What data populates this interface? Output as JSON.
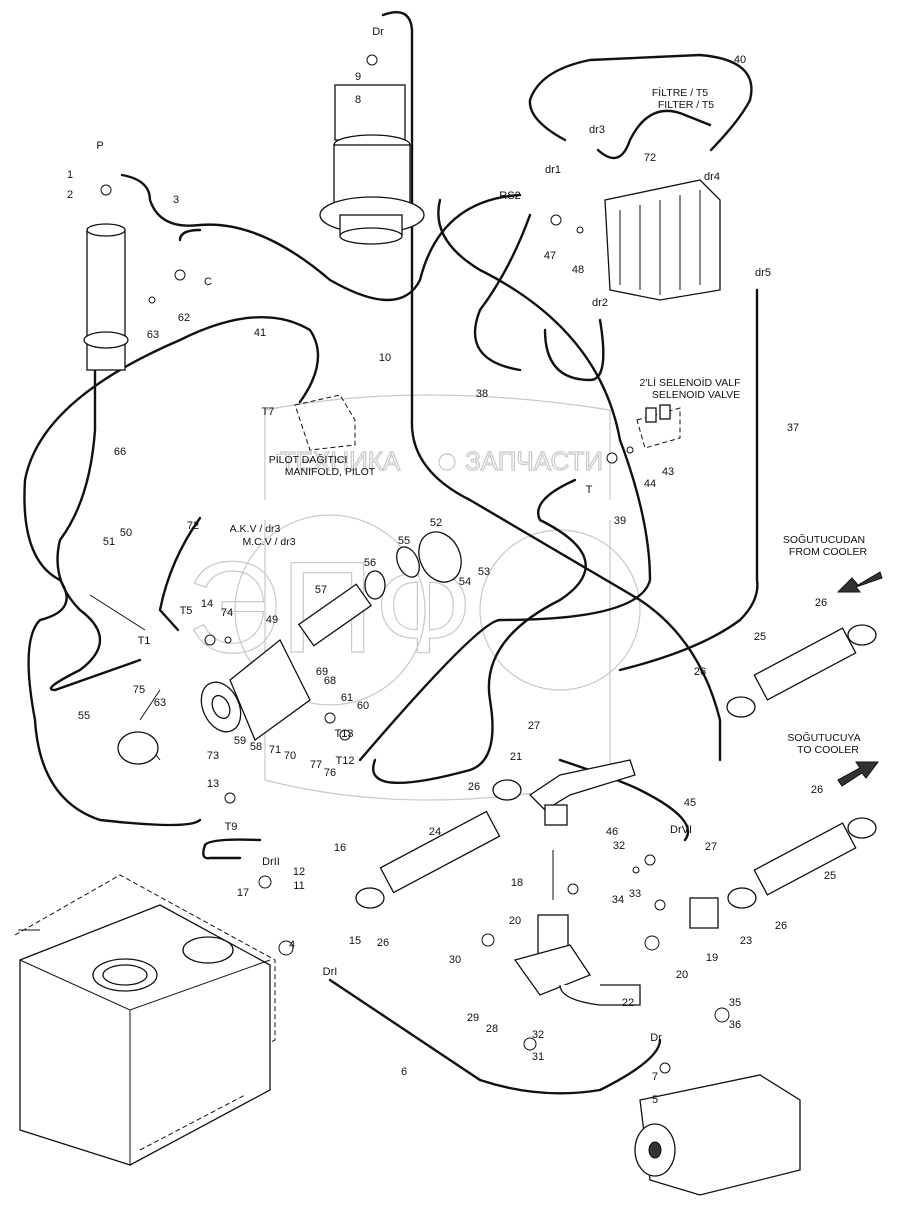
{
  "watermark": {
    "left": "ТЕХНИКА",
    "right": "ЗАПЧАСТИ",
    "logo": "ЭПФ"
  },
  "annotations": {
    "filter_tr": "FİLTRE / T5",
    "filter_en": "FILTER / T5",
    "solenoid_tr": "2'Lİ SELENOİD VALF",
    "solenoid_en": "SELENOID VALVE",
    "manifold_tr": "PİLOT DAĞITICI",
    "manifold_en": "MANIFOLD, PILOT",
    "akv": "A.K.V / dr3",
    "mcv": "M.C.V / dr3",
    "from_cooler_tr": "SOĞUTUCUDAN",
    "from_cooler_en": "FROM COOLER",
    "to_cooler_tr": "SOĞUTUCUYA",
    "to_cooler_en": "TO COOLER"
  },
  "labels": [
    "Dr",
    "9",
    "8",
    "P",
    "1",
    "2",
    "3",
    "C",
    "62",
    "63",
    "41",
    "10",
    "66",
    "T7",
    "40",
    "72",
    "dr3",
    "dr1",
    "dr4",
    "RS2",
    "47",
    "48",
    "dr5",
    "dr2",
    "38",
    "37",
    "43",
    "44",
    "T",
    "39",
    "72",
    "51",
    "50",
    "52",
    "55",
    "56",
    "57",
    "53",
    "54",
    "T5",
    "14",
    "74",
    "49",
    "26",
    "25",
    "T1",
    "75",
    "63",
    "69",
    "68",
    "61",
    "60",
    "26",
    "55",
    "T13",
    "T12",
    "27",
    "21",
    "59",
    "58",
    "71",
    "70",
    "77",
    "76",
    "73",
    "13",
    "T9",
    "26",
    "26",
    "24",
    "45",
    "46",
    "DrVI",
    "27",
    "32",
    "16",
    "12",
    "11",
    "DrII",
    "33",
    "18",
    "17",
    "20",
    "34",
    "19",
    "23",
    "26",
    "25",
    "26",
    "15",
    "4",
    "30",
    "20",
    "DrI",
    "22",
    "29",
    "28",
    "32",
    "31",
    "35",
    "36",
    "6",
    "Dr",
    "7",
    "5"
  ],
  "colors": {
    "line": "#111111",
    "watermark": "#c8c8c8",
    "background": "#ffffff"
  }
}
